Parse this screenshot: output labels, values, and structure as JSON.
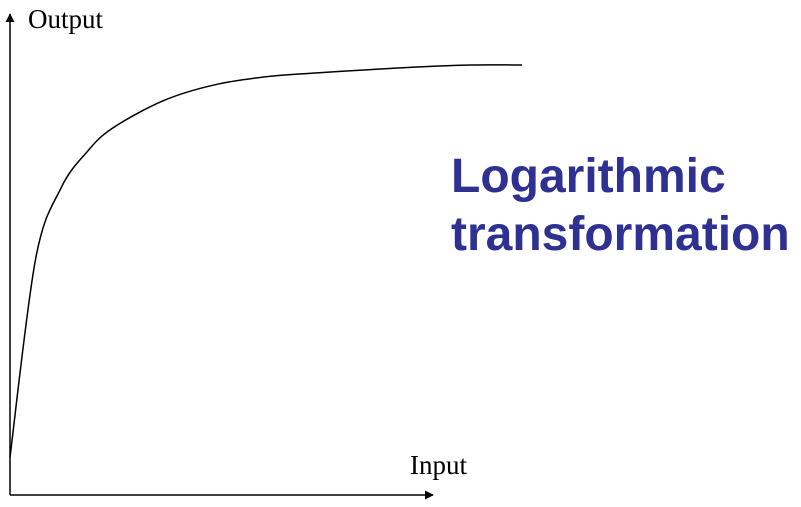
{
  "chart_data": {
    "type": "line",
    "title": "Logarithmic transformation",
    "xlabel": "Input",
    "ylabel": "Output",
    "title_color": "#2e3192",
    "curve": "logarithmic",
    "x": [
      0,
      0.05,
      0.1,
      0.15,
      0.2,
      0.3,
      0.4,
      0.5,
      0.6,
      0.7,
      0.8,
      0.9,
      1.0
    ],
    "y": [
      0,
      0.5,
      0.68,
      0.77,
      0.83,
      0.9,
      0.94,
      0.96,
      0.97,
      0.978,
      0.985,
      0.99,
      0.99
    ],
    "grid": false,
    "legend": "none"
  }
}
